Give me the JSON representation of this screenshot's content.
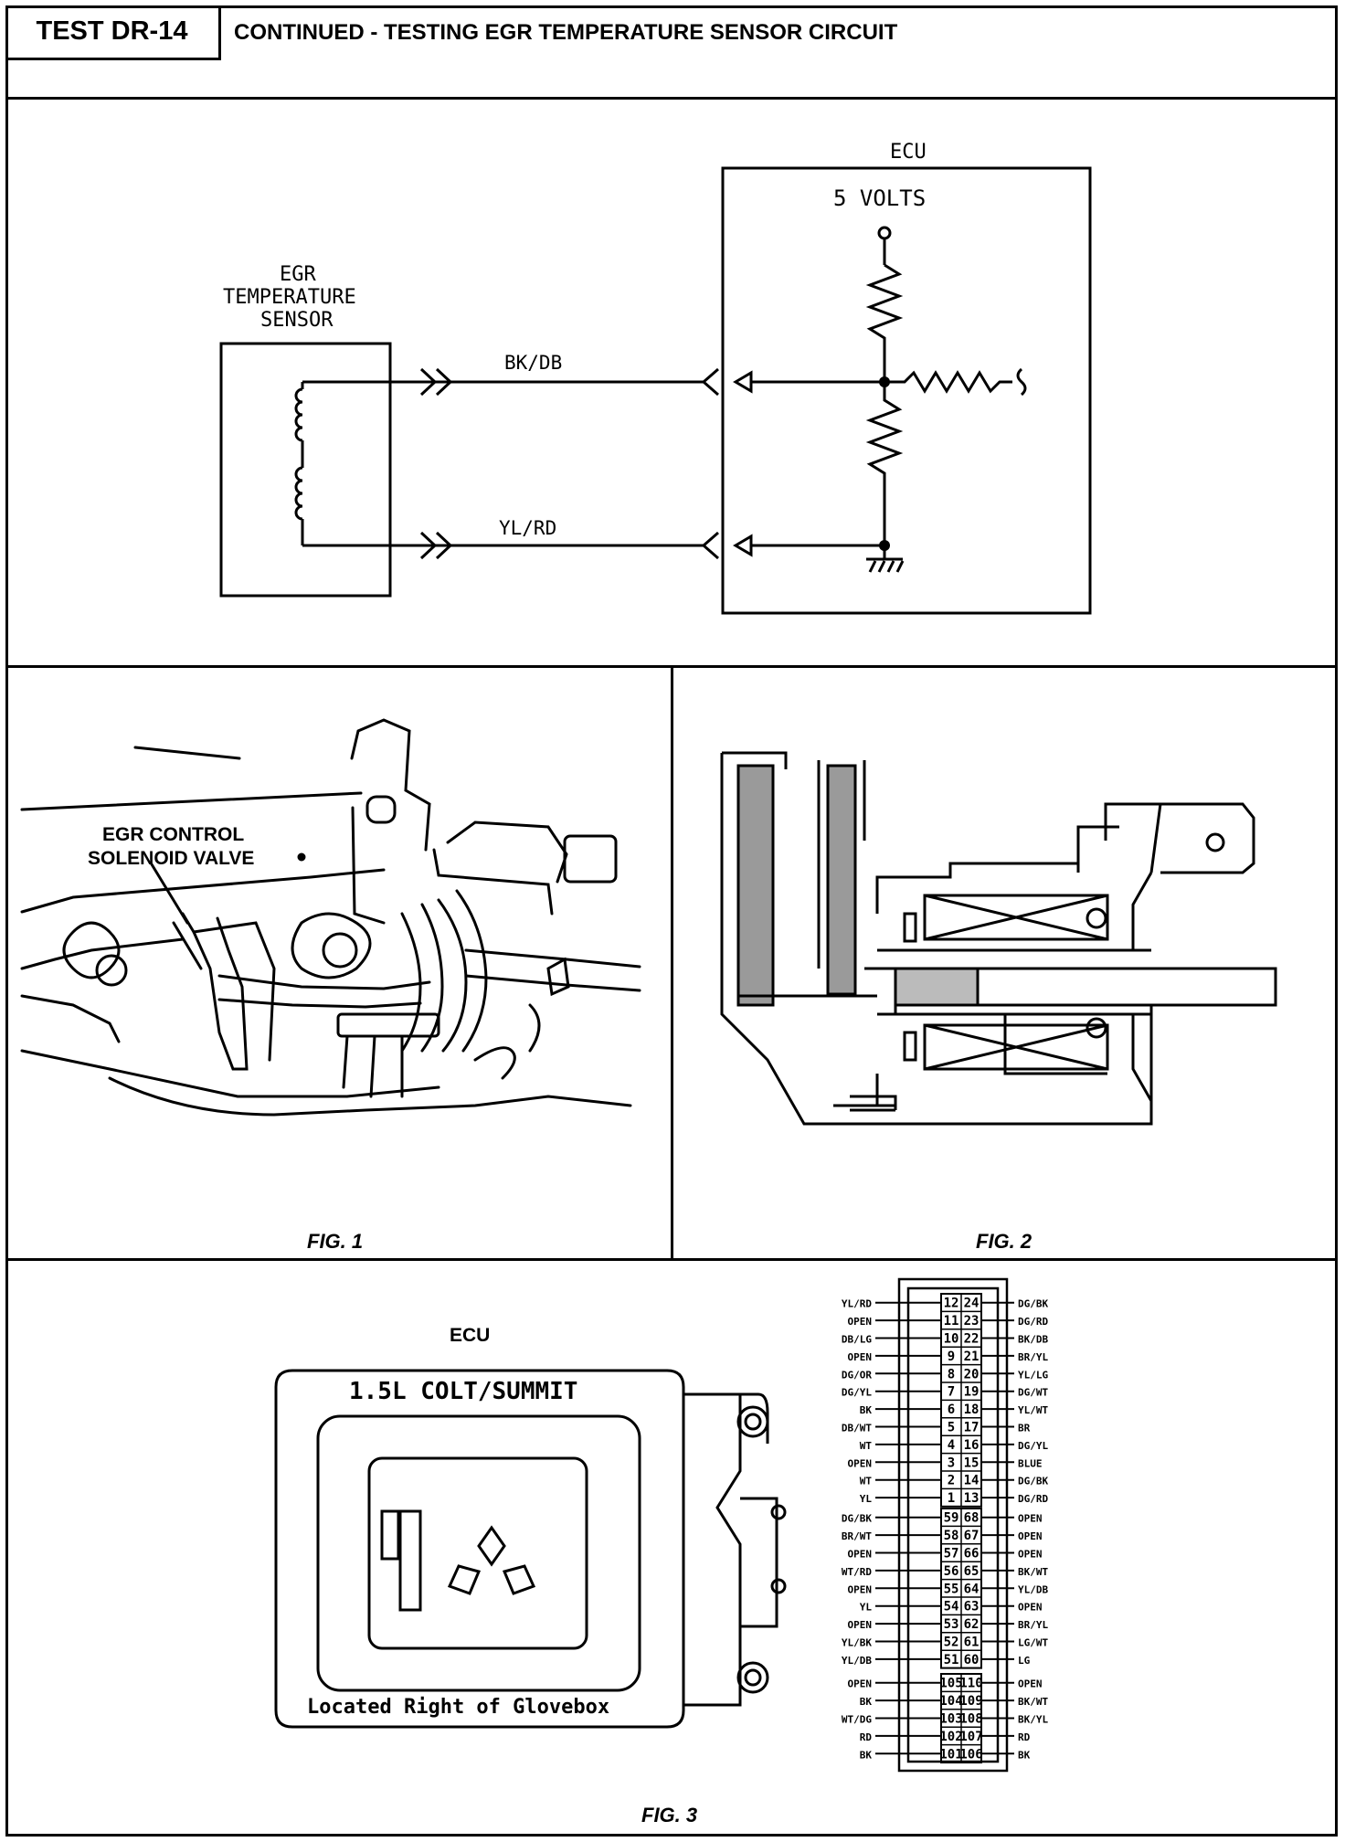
{
  "header": {
    "test_id": "TEST DR-14",
    "title": "CONTINUED - TESTING EGR TEMPERATURE SENSOR CIRCUIT"
  },
  "schematic": {
    "sensor_label_1": "EGR",
    "sensor_label_2": "TEMPERATURE",
    "sensor_label_3": "SENSOR",
    "ecu_label": "ECU",
    "voltage_label": "5 VOLTS",
    "wire_top": "BK/DB",
    "wire_bottom": "YL/RD"
  },
  "fig1": {
    "callout_1": "EGR CONTROL",
    "callout_2": "SOLENOID VALVE",
    "caption": "FIG. 1"
  },
  "fig2": {
    "caption": "FIG. 2"
  },
  "fig3": {
    "ecu_title": "ECU",
    "model": "1.5L COLT/SUMMIT",
    "location": "Located Right of Glovebox",
    "caption": "FIG. 3",
    "group1": [
      {
        "ll": "YL/RD",
        "a": "12",
        "b": "24",
        "rl": "DG/BK"
      },
      {
        "ll": "OPEN",
        "a": "11",
        "b": "23",
        "rl": "DG/RD"
      },
      {
        "ll": "DB/LG",
        "a": "10",
        "b": "22",
        "rl": "BK/DB"
      },
      {
        "ll": "OPEN",
        "a": "9",
        "b": "21",
        "rl": "BR/YL"
      },
      {
        "ll": "DG/OR",
        "a": "8",
        "b": "20",
        "rl": "YL/LG"
      },
      {
        "ll": "DG/YL",
        "a": "7",
        "b": "19",
        "rl": "DG/WT"
      },
      {
        "ll": "BK",
        "a": "6",
        "b": "18",
        "rl": "YL/WT"
      },
      {
        "ll": "DB/WT",
        "a": "5",
        "b": "17",
        "rl": "BR"
      },
      {
        "ll": "WT",
        "a": "4",
        "b": "16",
        "rl": "DG/YL"
      },
      {
        "ll": "OPEN",
        "a": "3",
        "b": "15",
        "rl": "BLUE"
      },
      {
        "ll": "WT",
        "a": "2",
        "b": "14",
        "rl": "DG/BK"
      },
      {
        "ll": "YL",
        "a": "1",
        "b": "13",
        "rl": "DG/RD"
      }
    ],
    "group2": [
      {
        "ll": "DG/BK",
        "a": "59",
        "b": "68",
        "rl": "OPEN"
      },
      {
        "ll": "BR/WT",
        "a": "58",
        "b": "67",
        "rl": "OPEN"
      },
      {
        "ll": "OPEN",
        "a": "57",
        "b": "66",
        "rl": "OPEN"
      },
      {
        "ll": "WT/RD",
        "a": "56",
        "b": "65",
        "rl": "BK/WT"
      },
      {
        "ll": "OPEN",
        "a": "55",
        "b": "64",
        "rl": "YL/DB"
      },
      {
        "ll": "YL",
        "a": "54",
        "b": "63",
        "rl": "OPEN"
      },
      {
        "ll": "OPEN",
        "a": "53",
        "b": "62",
        "rl": "BR/YL"
      },
      {
        "ll": "YL/BK",
        "a": "52",
        "b": "61",
        "rl": "LG/WT"
      },
      {
        "ll": "YL/DB",
        "a": "51",
        "b": "60",
        "rl": "LG"
      }
    ],
    "group3": [
      {
        "ll": "OPEN",
        "a": "105",
        "b": "110",
        "rl": "OPEN"
      },
      {
        "ll": "BK",
        "a": "104",
        "b": "109",
        "rl": "BK/WT"
      },
      {
        "ll": "WT/DG",
        "a": "103",
        "b": "108",
        "rl": "BK/YL"
      },
      {
        "ll": "RD",
        "a": "102",
        "b": "107",
        "rl": "RD"
      },
      {
        "ll": "BK",
        "a": "101",
        "b": "106",
        "rl": "BK"
      }
    ]
  },
  "colors": {
    "ink": "#000000",
    "paper": "#ffffff",
    "shade": "#9a9a9a"
  }
}
